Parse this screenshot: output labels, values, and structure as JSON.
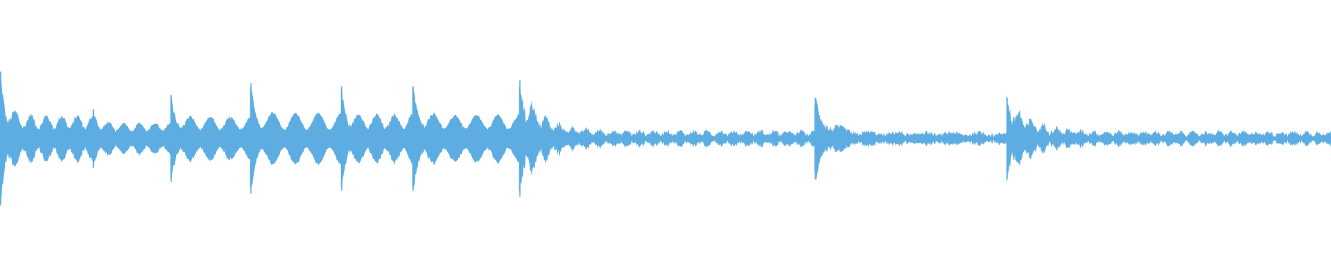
{
  "waveform": {
    "color": "#5dade2",
    "background": "#ffffff",
    "duration_fraction_start": 0,
    "duration_fraction_end": 1,
    "segments": [
      {
        "start": 0.0,
        "end": 0.07,
        "attack": 0.92,
        "sustain": 0.32,
        "wobble": 0.85,
        "waves": 6,
        "hatch": 0.55
      },
      {
        "start": 0.07,
        "end": 0.128,
        "attack": 0.4,
        "sustain": 0.22,
        "wobble": 0.8,
        "waves": 5,
        "hatch": 0.25
      },
      {
        "start": 0.128,
        "end": 0.188,
        "attack": 0.6,
        "sustain": 0.3,
        "wobble": 0.9,
        "waves": 4,
        "hatch": 0.35
      },
      {
        "start": 0.188,
        "end": 0.256,
        "attack": 0.76,
        "sustain": 0.36,
        "wobble": 1.0,
        "waves": 4,
        "hatch": 0.2
      },
      {
        "start": 0.256,
        "end": 0.31,
        "attack": 0.72,
        "sustain": 0.34,
        "wobble": 0.9,
        "waves": 4,
        "hatch": 0.4
      },
      {
        "start": 0.31,
        "end": 0.39,
        "attack": 0.72,
        "sustain": 0.33,
        "wobble": 0.9,
        "waves": 5,
        "hatch": 0.3
      },
      {
        "start": 0.39,
        "end": 0.612,
        "attack": 0.8,
        "sustain": 0.1,
        "wobble": 0.85,
        "waves": 22,
        "hatch": 0.45
      },
      {
        "start": 0.612,
        "end": 0.756,
        "attack": 0.56,
        "sustain": 0.08,
        "wobble": 0.75,
        "waves": 7,
        "hatch": 0.5
      },
      {
        "start": 0.756,
        "end": 1.0,
        "attack": 0.56,
        "sustain": 0.09,
        "wobble": 0.8,
        "waves": 26,
        "hatch": 0.45
      }
    ]
  }
}
